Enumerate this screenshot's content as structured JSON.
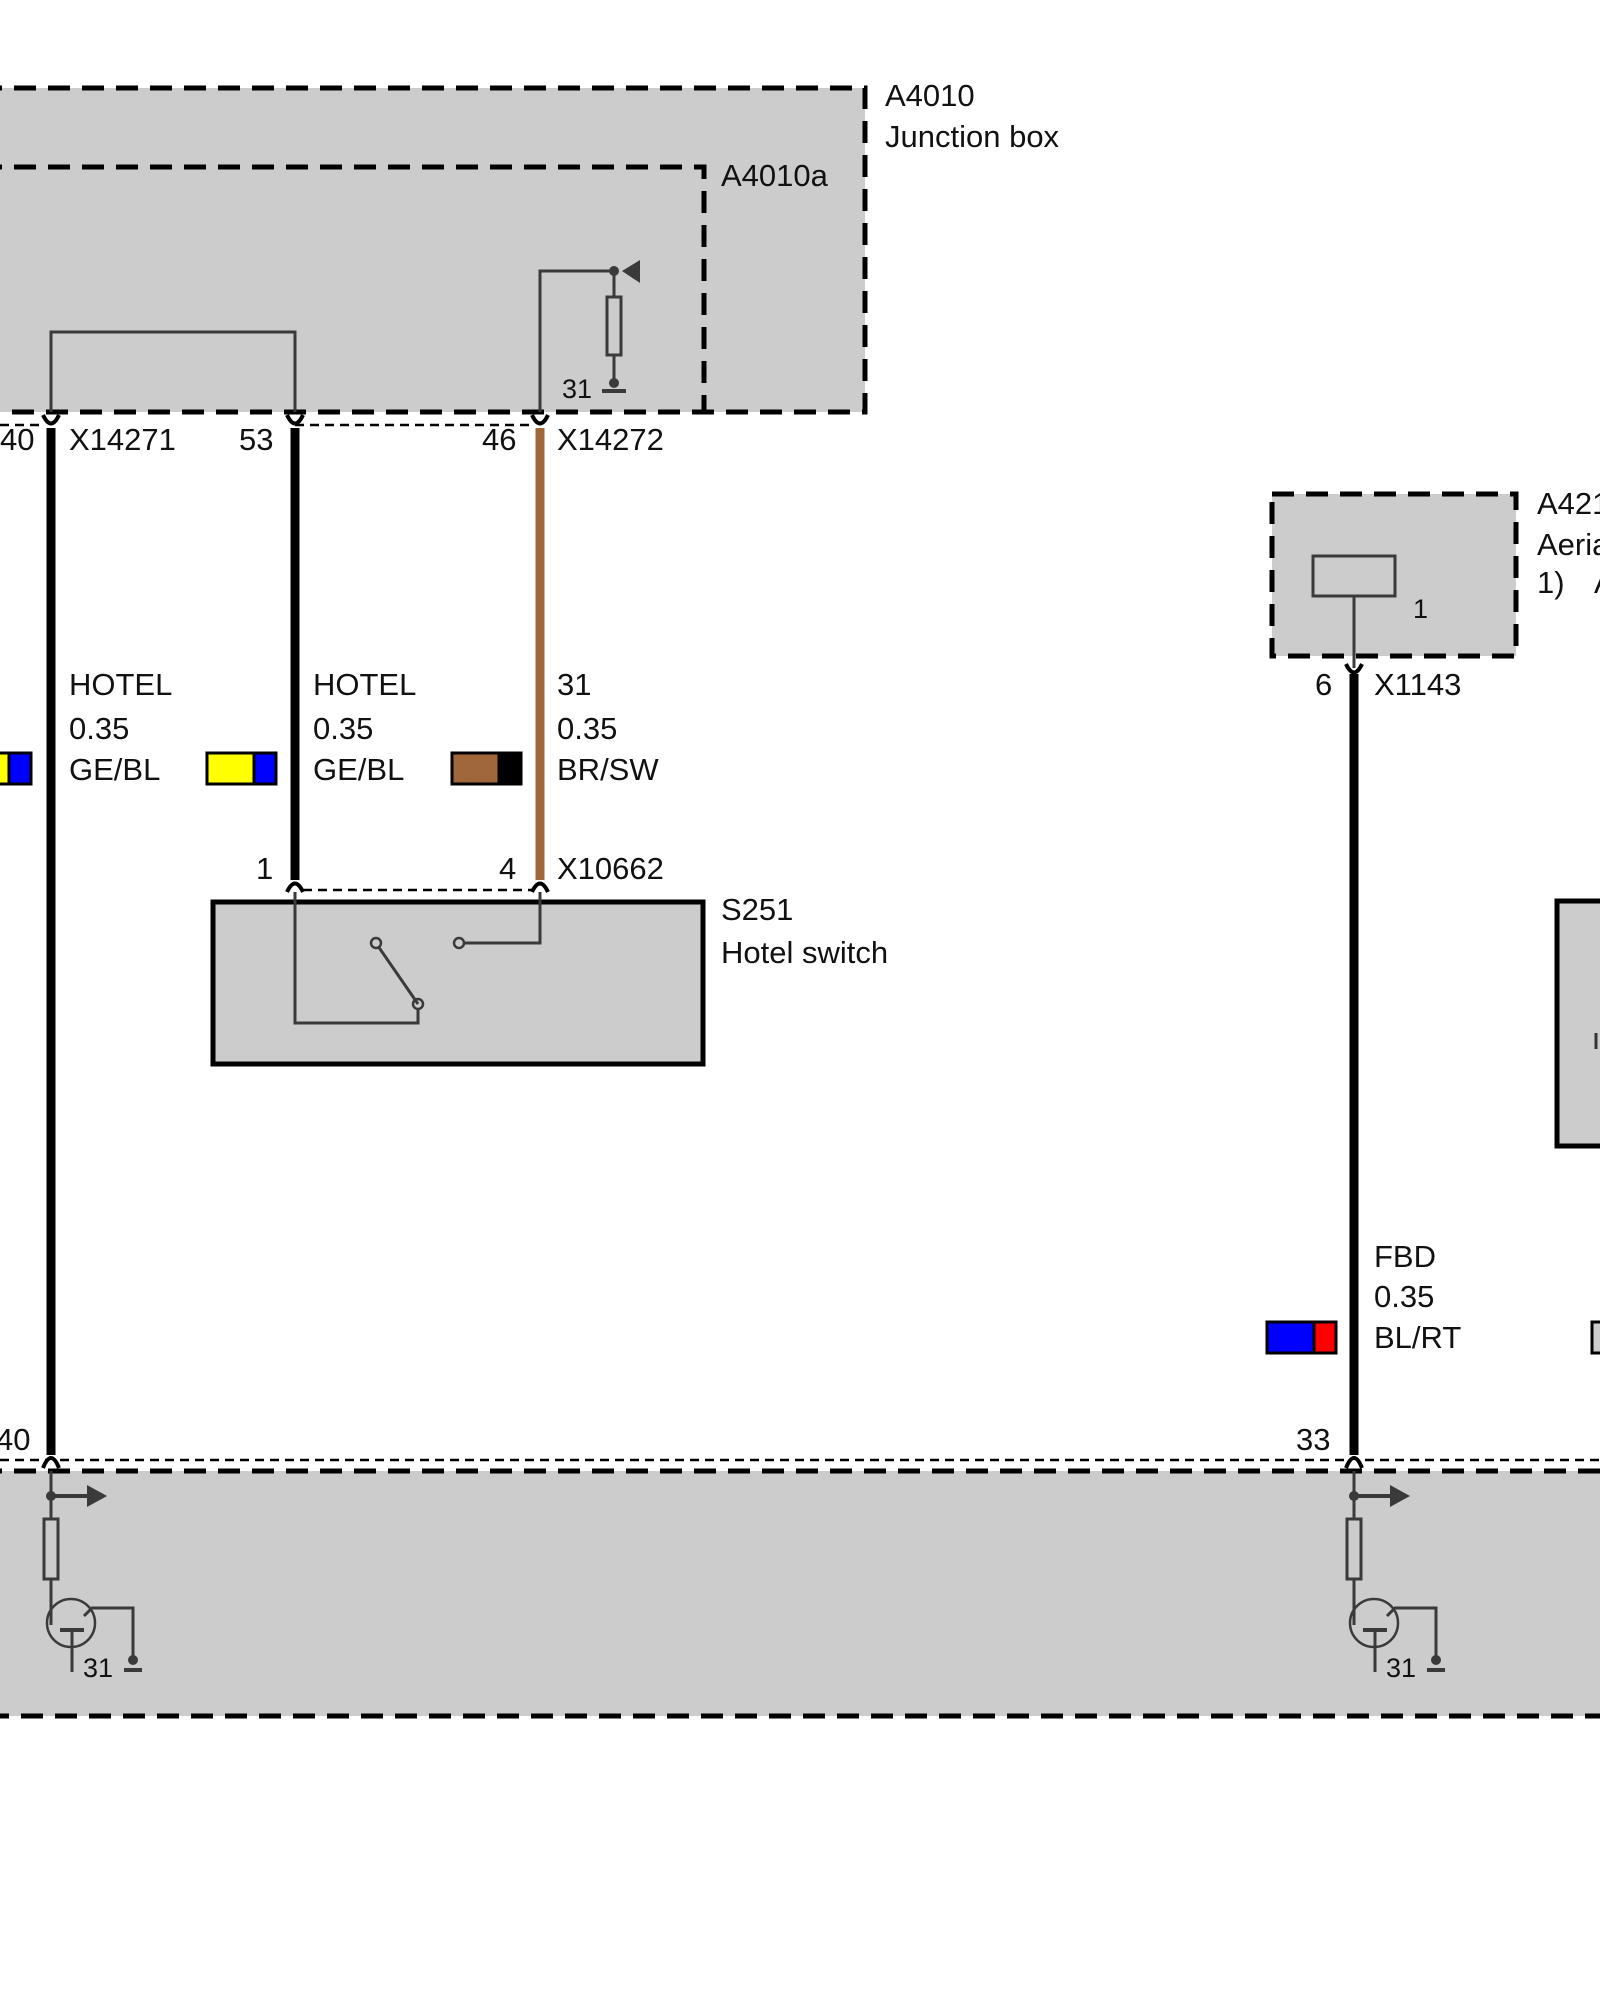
{
  "junction_box": {
    "id": "A4010",
    "name": "Junction box",
    "sub_id": "A4010a",
    "ground_label": "31"
  },
  "connectors": {
    "x14271": {
      "id": "X14271",
      "pin_left": "40",
      "pin_53": "53"
    },
    "x14272": {
      "id": "X14272",
      "pin": "46"
    },
    "x10662": {
      "id": "X10662",
      "pin1": "1",
      "pin4": "4"
    },
    "x1143": {
      "id": "X1143",
      "pin": "6"
    },
    "bottom": {
      "pin_left": "40",
      "pin_right": "33"
    }
  },
  "wires": [
    {
      "signal": "HOTEL",
      "size": "0.35",
      "color_code": "GE/BL",
      "colors": [
        "#ffff00",
        "#0000ff"
      ]
    },
    {
      "signal": "HOTEL",
      "size": "0.35",
      "color_code": "GE/BL",
      "colors": [
        "#ffff00",
        "#0000ff"
      ]
    },
    {
      "signal": "31",
      "size": "0.35",
      "color_code": "BR/SW",
      "colors": [
        "#a0673a",
        "#000000"
      ],
      "wire_color": "#a0673a"
    },
    {
      "signal": "FBD",
      "size": "0.35",
      "color_code": "BL/RT",
      "colors": [
        "#0000ff",
        "#ff0000"
      ]
    }
  ],
  "switch": {
    "id": "S251",
    "name": "Hotel switch"
  },
  "aerial": {
    "id": "A421",
    "name": "Aeria",
    "note": "1)",
    "note_tail": "A",
    "pin": "1"
  },
  "module": {
    "ground_left": "31",
    "ground_right": "31"
  }
}
